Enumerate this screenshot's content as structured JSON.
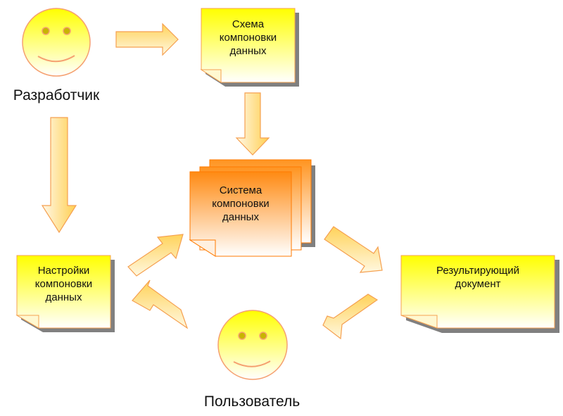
{
  "diagram": {
    "actors": {
      "developer": {
        "label": "Разработчик",
        "icon": "smiley-face"
      },
      "user": {
        "label": "Пользователь",
        "icon": "smiley-face"
      }
    },
    "notes": {
      "schema": {
        "lines": [
          "Схема",
          "компоновки",
          "данных"
        ]
      },
      "system": {
        "lines": [
          "Система",
          "компоновки",
          "данных"
        ]
      },
      "settings": {
        "lines": [
          "Настройки",
          "компоновки",
          "данных"
        ]
      },
      "result": {
        "lines": [
          "Результирующий",
          "документ"
        ]
      }
    },
    "edges": [
      {
        "from": "Разработчик",
        "to": "Схема компоновки данных"
      },
      {
        "from": "Схема компоновки данных",
        "to": "Система компоновки данных"
      },
      {
        "from": "Разработчик",
        "to": "Настройки компоновки данных"
      },
      {
        "from": "Настройки компоновки данных",
        "to": "Система компоновки данных"
      },
      {
        "from": "Система компоновки данных",
        "to": "Результирующий документ"
      },
      {
        "from": "Результирующий документ",
        "to": "Пользователь"
      },
      {
        "from": "Пользователь",
        "to": "Настройки компоновки данных"
      }
    ],
    "colors": {
      "note_yellow_top": "#ffff00",
      "note_yellow_bottom": "#ffffff",
      "note_orange_top": "#ff8c1a",
      "note_orange_bottom": "#ffffff",
      "outline": "#f5a050",
      "shadow": "#808080",
      "arrow_fill": "#ffd766",
      "face_eye": "#c8b400"
    }
  }
}
